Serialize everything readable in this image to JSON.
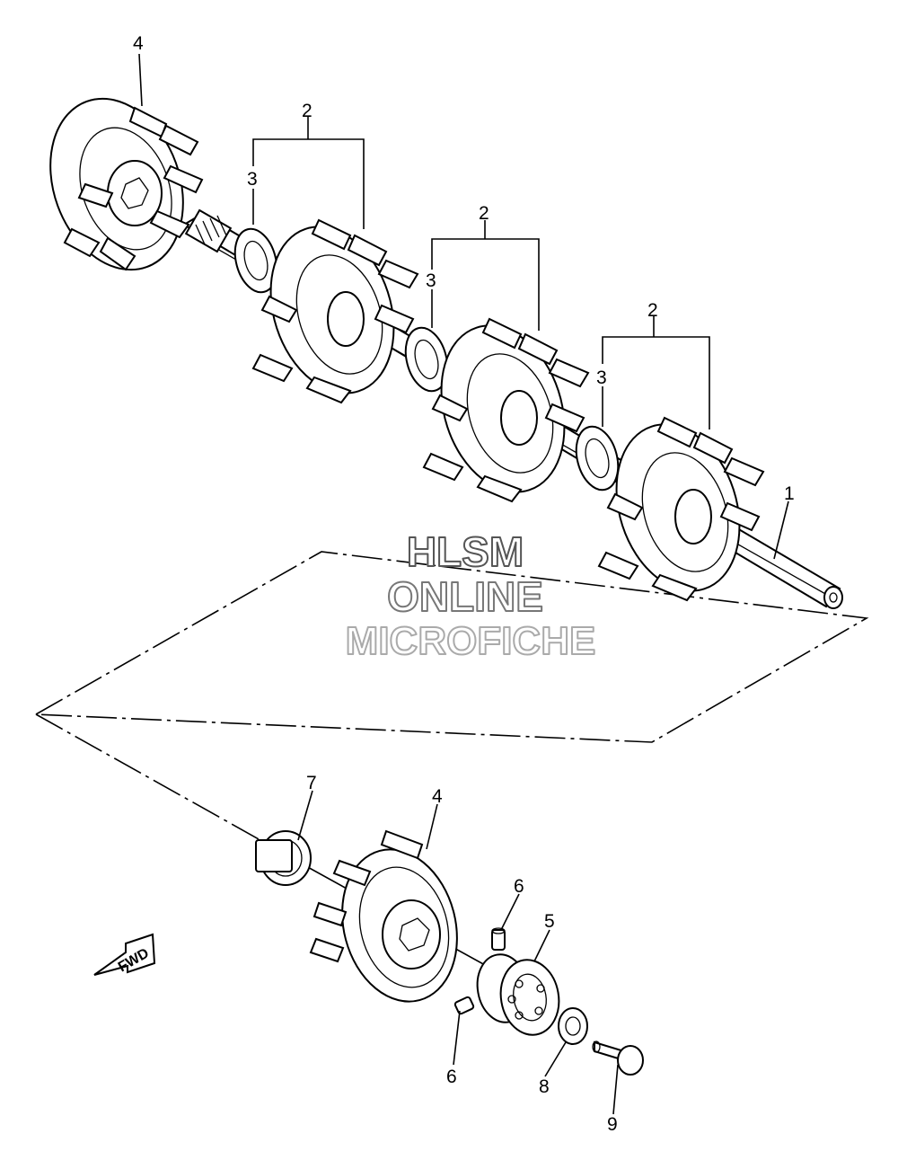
{
  "callouts": {
    "c1": "1",
    "c2a": "2",
    "c2b": "2",
    "c2c": "2",
    "c3a": "3",
    "c3b": "3",
    "c3c": "3",
    "c4a": "4",
    "c4b": "4",
    "c5": "5",
    "c6a": "6",
    "c6b": "6",
    "c7": "7",
    "c8": "8",
    "c9": "9"
  },
  "watermark": {
    "line1": "HLSM",
    "line2": "ONLINE",
    "line3": "MICROFICHE"
  },
  "fwd_label": "FWD",
  "colors": {
    "line": "#000000",
    "background": "#ffffff",
    "watermark_outline": "#8a8a8a"
  }
}
